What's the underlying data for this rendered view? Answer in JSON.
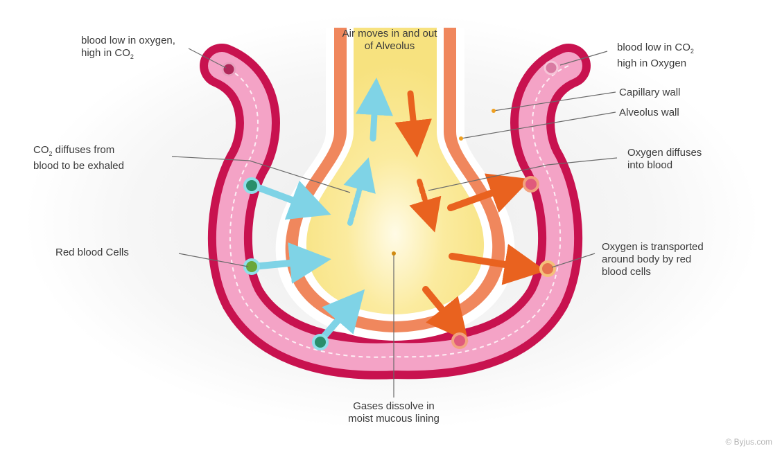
{
  "labels": {
    "blood_low_oxygen_1": "blood low in oxygen,",
    "blood_low_oxygen_2": "high in CO",
    "air_moves_1": "Air moves in and out",
    "air_moves_2": "of Alveolus",
    "blood_low_co2_1": "blood low in CO",
    "blood_low_co2_2": "high in Oxygen",
    "capillary_wall": "Capillary wall",
    "alveolus_wall": "Alveolus wall",
    "co2_diffuses_1": "CO",
    "co2_diffuses_1b": " diffuses from",
    "co2_diffuses_2": "blood to be exhaled",
    "oxygen_diffuses_1": "Oxygen diffuses",
    "oxygen_diffuses_2": "into blood",
    "red_blood_cells": "Red blood Cells",
    "oxygen_transported_1": "Oxygen is transported",
    "oxygen_transported_2": "around body by red",
    "oxygen_transported_3": "blood cells",
    "gases_dissolve_1": "Gases dissolve in",
    "gases_dissolve_2": "moist mucous lining",
    "subscript_2": "2"
  },
  "watermark": "© Byjus.com",
  "colors": {
    "blood_vessel": "#c8124f",
    "blood_lumen": "#f4a3c6",
    "alveolus_wall": "#f0875d",
    "alveolus_air": "#f9e79a",
    "co2_arrow": "#7fd3e6",
    "oxygen_arrow": "#e9621f",
    "label_text": "#3a3a3a"
  }
}
